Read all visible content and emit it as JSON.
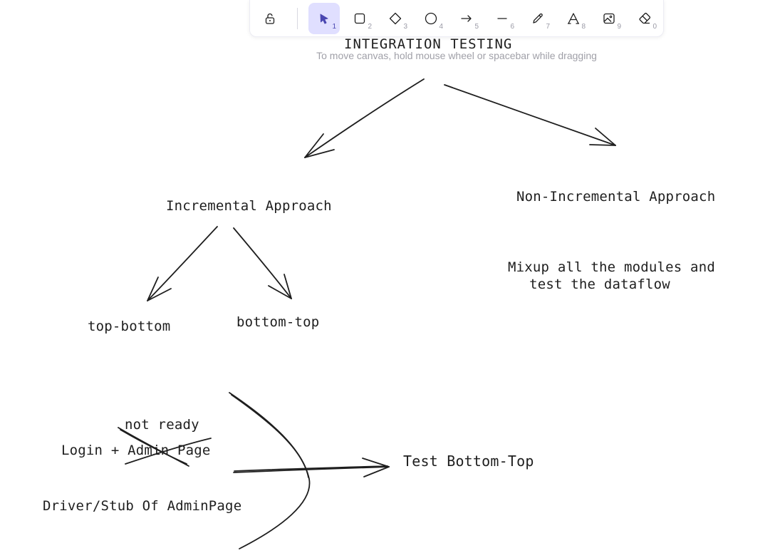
{
  "toolbar": {
    "lock": {
      "icon": "lock-open-icon"
    },
    "tools": [
      {
        "name": "selection",
        "icon": "pointer-icon",
        "key": "1",
        "active": true
      },
      {
        "name": "rectangle",
        "icon": "square-icon",
        "key": "2"
      },
      {
        "name": "diamond",
        "icon": "diamond-icon",
        "key": "3"
      },
      {
        "name": "ellipse",
        "icon": "circle-icon",
        "key": "4"
      },
      {
        "name": "arrow",
        "icon": "arrow-icon",
        "key": "5"
      },
      {
        "name": "line",
        "icon": "line-icon",
        "key": "6"
      },
      {
        "name": "draw",
        "icon": "pencil-icon",
        "key": "7"
      },
      {
        "name": "text",
        "icon": "text-icon",
        "key": "8"
      },
      {
        "name": "image",
        "icon": "image-icon",
        "key": "9"
      },
      {
        "name": "eraser",
        "icon": "eraser-icon",
        "key": "0"
      }
    ]
  },
  "hint": "To move canvas, hold mouse wheel or spacebar while dragging",
  "canvas": {
    "title": "INTEGRATION TESTING",
    "incremental": "Incremental Approach",
    "non_incremental": "Non-Incremental Approach",
    "mixup_line1": "Mixup all the modules and",
    "mixup_line2": "test the dataflow",
    "top_bottom": "top-bottom",
    "bottom_top": "bottom-top",
    "not_ready": "not ready",
    "login_admin": "Login + Admin Page",
    "driver_stub": "Driver/Stub Of AdminPage",
    "test_bottom_top": "Test Bottom-Top"
  },
  "colors": {
    "stroke": "#1e1e1e",
    "active_tool_bg": "#e0dfff",
    "active_tool_icon": "#4a47b1",
    "hint_text": "#a0a0a8"
  }
}
